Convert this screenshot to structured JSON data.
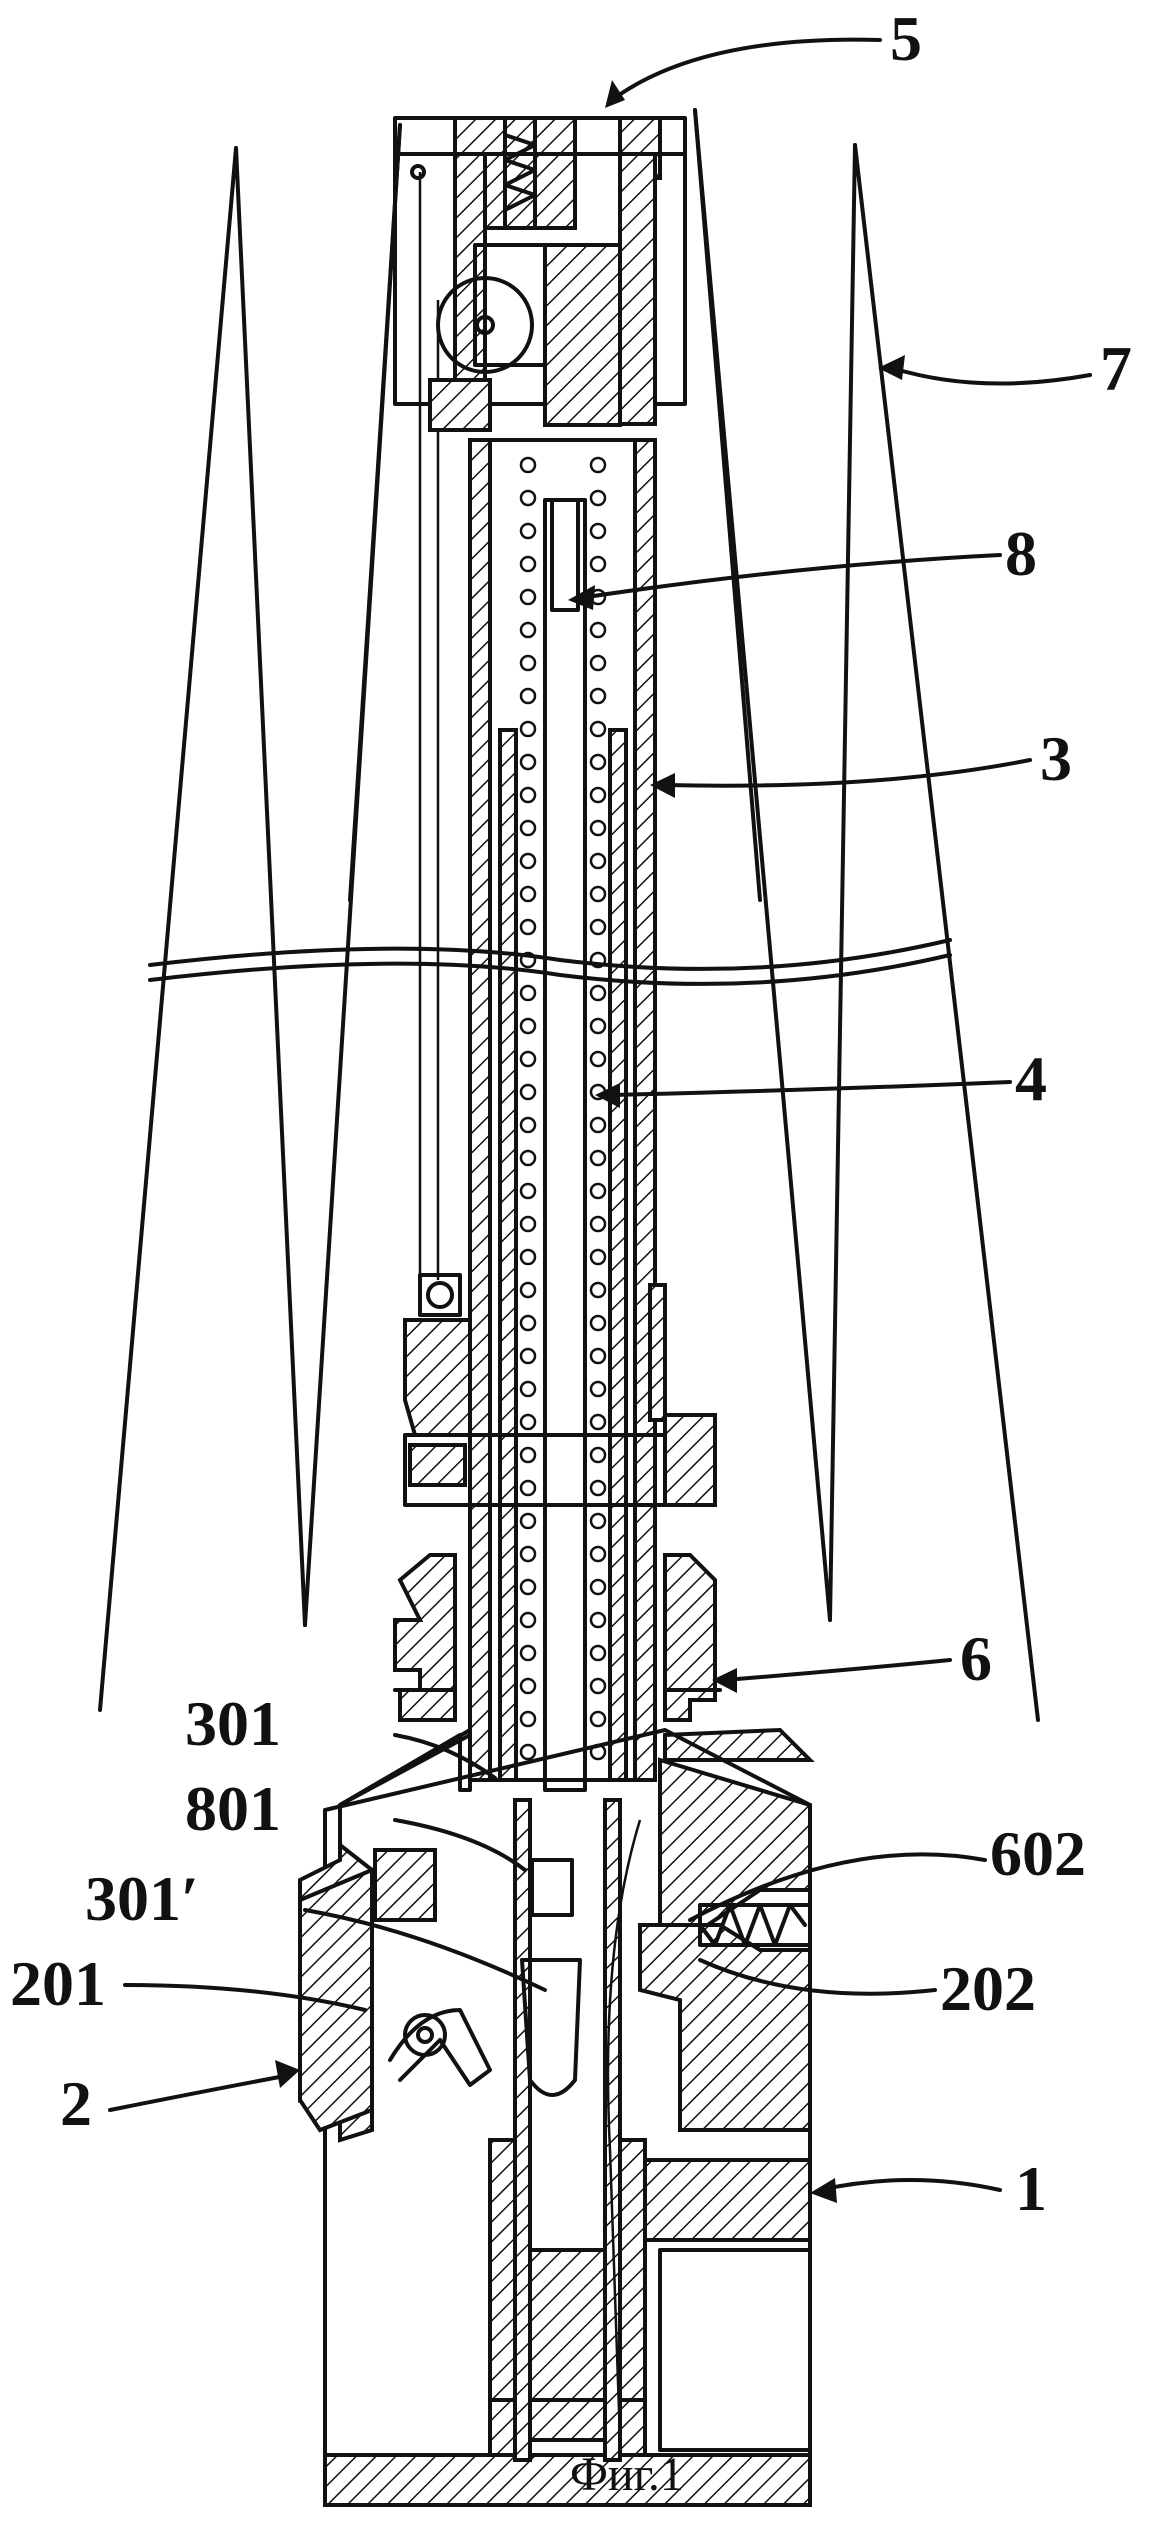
{
  "figure": {
    "caption": "Фиг.1"
  },
  "labels": {
    "l5": "5",
    "l7": "7",
    "l8": "8",
    "l3": "3",
    "l4": "4",
    "l6": "6",
    "l301": "301",
    "l801": "801",
    "l301p": "301′",
    "l201": "201",
    "l2": "2",
    "l602": "602",
    "l202": "202",
    "l1": "1"
  }
}
